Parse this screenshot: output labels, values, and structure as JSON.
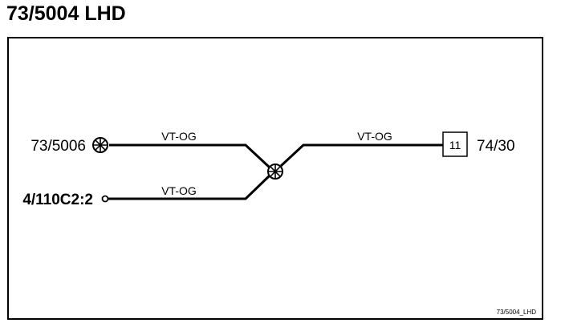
{
  "title": "73/5004 LHD",
  "connectors": {
    "left_top": "73/5006",
    "left_bottom": "4/110C2:2",
    "right": "74/30",
    "right_pin": "11"
  },
  "wires": {
    "upper_left": "VT-OG",
    "lower_left": "VT-OG",
    "right": "VT-OG"
  },
  "footer_ref": "73/5004_LHD",
  "colors": {
    "line": "#000000",
    "background": "#ffffff"
  }
}
